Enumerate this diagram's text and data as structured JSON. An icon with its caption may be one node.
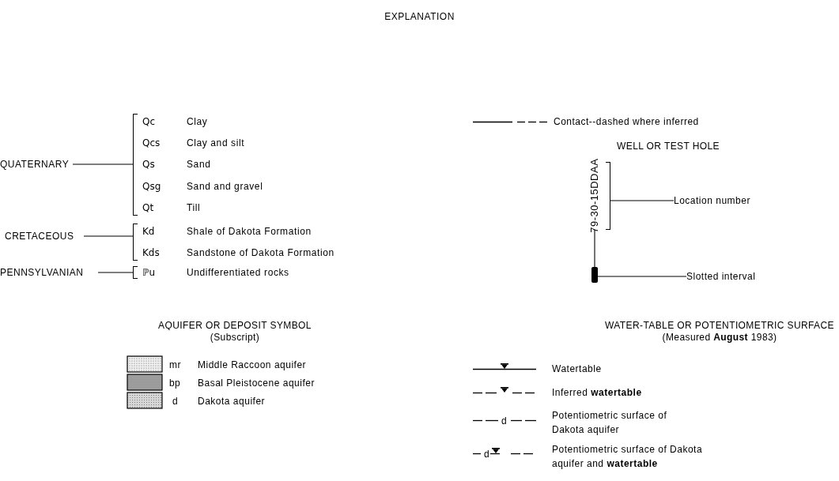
{
  "diagram": {
    "title": "EXPLANATION",
    "nodes": [
      {
        "text": [
          "QUATERNARY"
        ]
      },
      {
        "text": [
          "Qc",
          "Clay",
          "Qcs",
          "Clay and silt",
          "Qs",
          "Sand",
          "Qsg",
          "Sand and gravel",
          "Qt",
          "Till"
        ]
      },
      {
        "text": [
          "CRETACEOUS"
        ]
      },
      {
        "text": [
          "Kd",
          "Shale of Dakota Formation",
          "Kds",
          "Sandstone of Dakota Formation"
        ]
      },
      {
        "text": [
          "PENNSYLVANIAN"
        ]
      },
      {
        "text": [
          "ℙu",
          "Undifferentiated rocks"
        ]
      },
      {
        "text": [
          "79-30-15DDAA"
        ]
      },
      {
        "text": [
          "Location number"
        ]
      },
      {
        "text": [],
        "shape": "bar"
      },
      {
        "text": [
          "Slotted interval"
        ]
      }
    ],
    "edges": [
      {
        "from": 0,
        "to": 1,
        "arrow": "none"
      },
      {
        "from": 2,
        "to": 3,
        "arrow": "none"
      },
      {
        "from": 4,
        "to": 5,
        "arrow": "none"
      },
      {
        "from": 7,
        "to": 6,
        "arrow": "none"
      },
      {
        "from": 6,
        "to": 8,
        "arrow": "none"
      },
      {
        "from": 9,
        "to": 8,
        "arrow": "none"
      }
    ],
    "labels": [
      "WELL OR TEST HOLE",
      "AQUIFER OR DEPOSIT SYMBOL",
      "(Subscript)",
      "mr",
      "bp",
      "d",
      "WATER-TABLE OR POTENTIOMETRIC SURFACE",
      "(Measured **August** 1983)",
      "d",
      "d"
    ],
    "legend": [
      {
        "text": "Contact--dashed where inferred"
      },
      {
        "text": "Middle Raccoon aquifer"
      },
      {
        "text": "Basal Pleistocene aquifer"
      },
      {
        "text": "Dakota aquifer"
      },
      {
        "text": "Watertable"
      },
      {
        "text": "Inferred **watertable**"
      },
      {
        "text": "Potentiometric surface of Dakota aquifer"
      },
      {
        "text": "Potentiometric surface of Dakota aquifer and **watertable**"
      }
    ]
  }
}
